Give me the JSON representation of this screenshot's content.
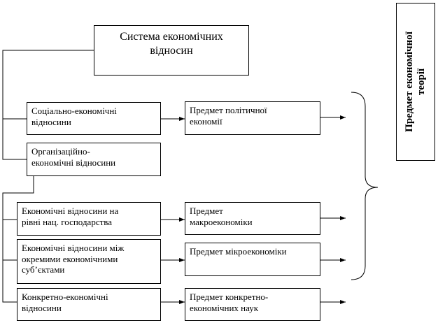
{
  "title": "Система економічних\nвідносин",
  "relations": [
    "Соціально-економічні\nвідносини",
    "Організаційно-\nекономічні відносини",
    "Економічні відносини на\nрівні нац. господарства",
    "Економічні відносини між\nокремими економічними\nсуб’єктами",
    "Конкретно-економічні\nвідносини"
  ],
  "subjects": [
    "Предмет політичної\nекономії",
    "Предмет\nмакроекономіки",
    "Предмет мікроекономіки",
    "Предмет конкретно-\nекономічних наук"
  ],
  "side_label": "Предмет економічної\nтеорії"
}
